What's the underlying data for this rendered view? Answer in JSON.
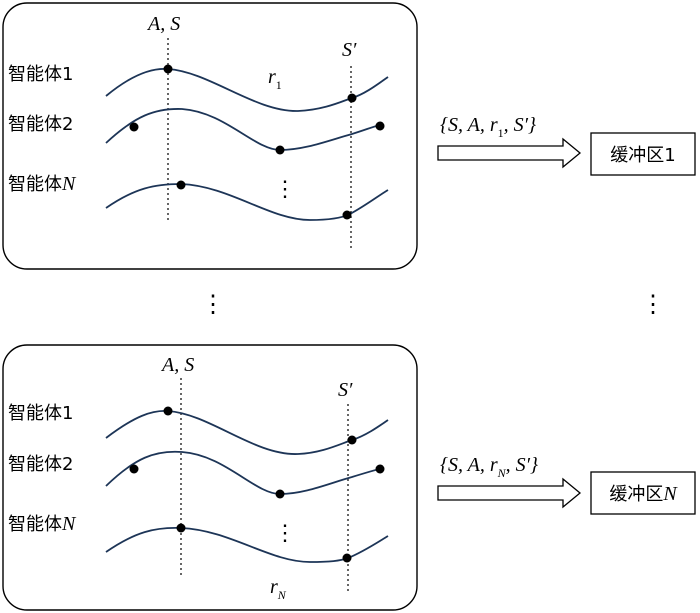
{
  "top_panel": {
    "marker_as": "A, S",
    "marker_sprime": "S′",
    "agents": [
      "智能体1",
      "智能体2",
      "智能体N"
    ],
    "reward_label": {
      "base": "r",
      "sub": "1"
    },
    "vertical_ellipsis": "⋮"
  },
  "bottom_panel": {
    "marker_as": "A, S",
    "marker_sprime": "S′",
    "agents": [
      "智能体1",
      "智能体2",
      "智能体N"
    ],
    "reward_label": {
      "base": "r",
      "sub": "N"
    },
    "vertical_ellipsis": "⋮"
  },
  "between_panels_ellipsis": "⋮",
  "between_buffers_ellipsis": "⋮",
  "top_transition": {
    "prefix": "{S, A, ",
    "r": "r",
    "sub": "1",
    "suffix": ", S′}"
  },
  "bottom_transition": {
    "prefix": "{S, A, ",
    "r": "r",
    "sub": "N",
    "suffix": ", S′}"
  },
  "buffer_top": "缓冲区1",
  "buffer_bottom": "缓冲区N",
  "colors": {
    "curve": "#1d3557",
    "ink": "#000000"
  }
}
